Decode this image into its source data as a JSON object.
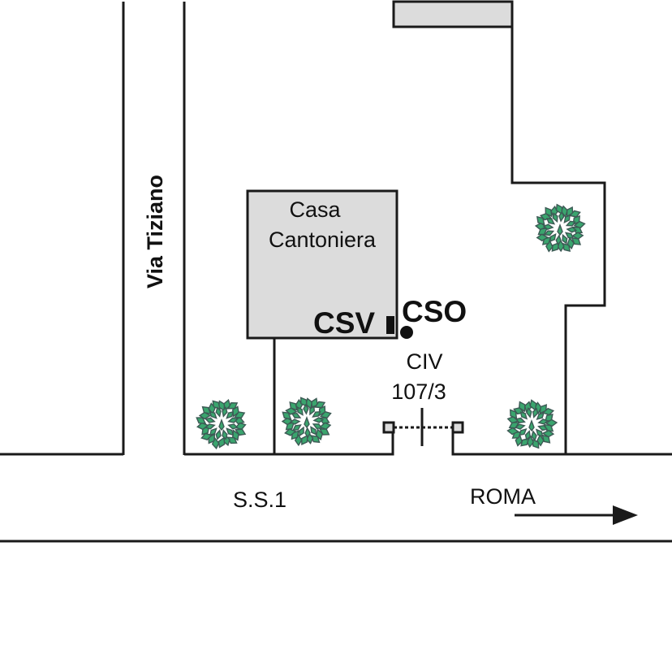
{
  "diagram": {
    "type": "site-map",
    "labels": {
      "street_side": "Via Tiziano",
      "building_line1": "Casa",
      "building_line2": "Cantoniera",
      "csv": "CSV",
      "cso": "CSO",
      "civ_line1": "CIV",
      "civ_line2": "107/3",
      "road": "S.S.1",
      "direction": "ROMA"
    },
    "colors": {
      "line": "#1a1a1a",
      "building_fill": "#dcdcdc",
      "leaf_fill": "#3aa56e",
      "leaf_outline": "#3d5a55"
    },
    "bushes": [
      "bush-1",
      "bush-2",
      "bush-3",
      "bush-4"
    ]
  }
}
